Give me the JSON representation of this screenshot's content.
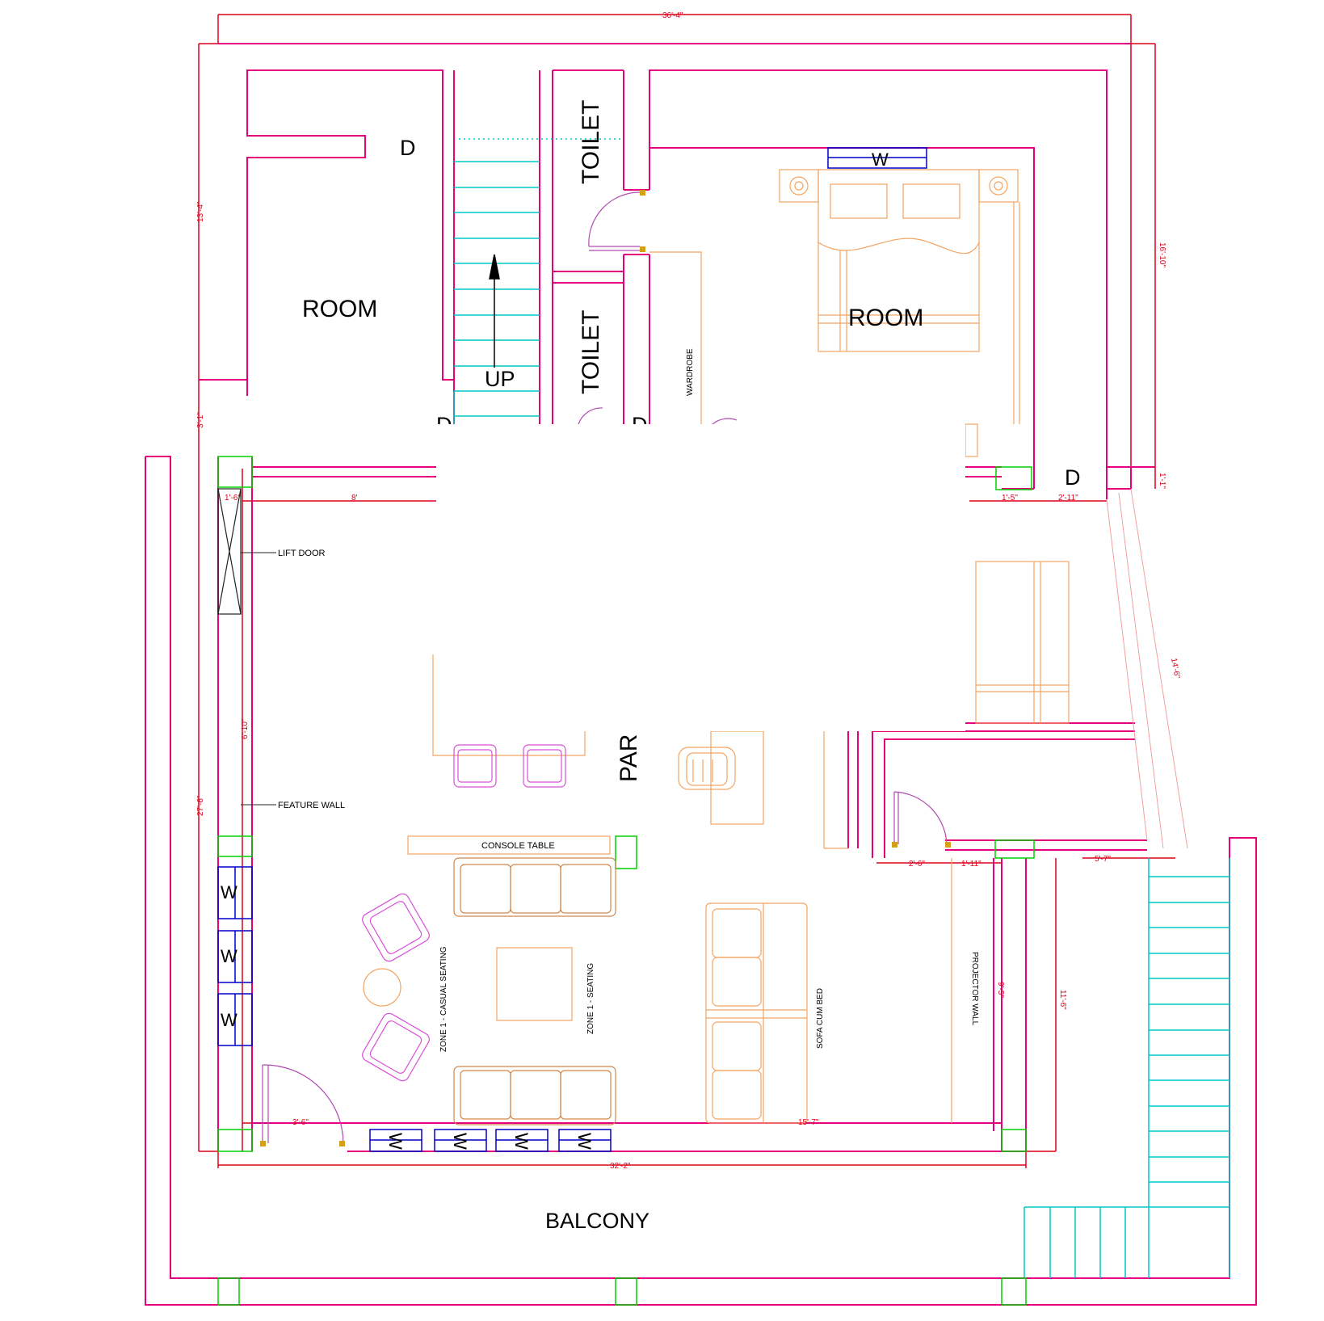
{
  "colors": {
    "wall": "#e6007e",
    "dimension": "#e0001a",
    "furniture": "#f4a460",
    "chair": "#d94fd9",
    "window": "#0000c8",
    "stair": "#00c8c8",
    "column": "#00d000",
    "sofa": "#d2864a"
  },
  "rooms": {
    "room_left": "ROOM",
    "room_right": "ROOM",
    "toilet_upper": "TOILET",
    "toilet_lower": "TOILET",
    "parking": "PAR",
    "balcony": "BALCONY"
  },
  "labels": {
    "stair_up": "UP",
    "door_1": "D",
    "door_2": "D",
    "door_3": "D",
    "door_4": "D",
    "window_bedroom": "W",
    "window_w1": "W",
    "window_w2": "W",
    "window_w3": "W",
    "window_b1": "W",
    "window_b2": "W",
    "window_b3": "W",
    "window_b4": "W"
  },
  "annotations": {
    "wardrobe": "WARDROBE",
    "lift_door": "LIFT DOOR",
    "feature_wall": "FEATURE WALL",
    "console_table": "CONSOLE TABLE",
    "zone_casual": "ZONE 1 - CASUAL SEATING",
    "zone_seating": "ZONE 1 - SEATING",
    "sofa_bed": "SOFA CUM BED",
    "projector_wall": "PROJECTOR WALL"
  },
  "dimensions": {
    "top_width": "36'-4\"",
    "right_upper": "16'-10\"",
    "left_upper": "13'-4\"",
    "left_gap": "3'-1\"",
    "left_lower": "27'-6\"",
    "right_stub": "1'-1\"",
    "diag_right": "14'-6\"",
    "lift_top": "1'-6\"",
    "lift_run": "8'",
    "feature_run": "6'-10\"",
    "mid_right_a": "1'-5\"",
    "mid_right_b": "2'-11\"",
    "bottom_width": "32'-2\"",
    "bottom_left": "3'-6\"",
    "sofa_run": "15'-7\"",
    "right_mid_a": "2'-6\"",
    "right_mid_b": "1'-11\"",
    "right_mid_c": "5'-7\"",
    "projector_h": "9'-5\"",
    "outer_h": "11'-6\""
  }
}
